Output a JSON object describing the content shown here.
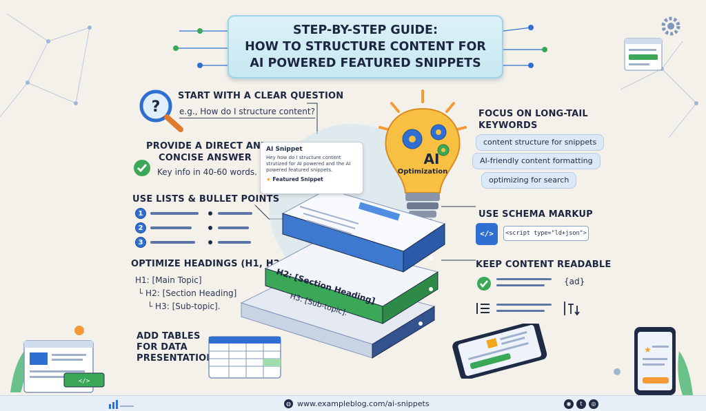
{
  "title": {
    "line1": "STEP-BY-STEP GUIDE:",
    "line2": "HOW TO STRUCTURE CONTENT FOR",
    "line3": "AI POWERED FEATURED SNIPPETS"
  },
  "left": {
    "question": {
      "title": "START WITH A CLEAR QUESTION",
      "example": "e.g., How do I structure content?"
    },
    "answer": {
      "title_line1": "PROVIDE A DIRECT AND",
      "title_line2": "CONCISE ANSWER",
      "text": "Key info in 40-60 words."
    },
    "lists": {
      "title": "USE LISTS & BULLET POINTS",
      "numbers": [
        "1",
        "2",
        "3"
      ]
    },
    "headings": {
      "title": "OPTIMIZE HEADINGS (H1, H2, H3)",
      "h1": "H1: [Main Topic]",
      "h2": "H2: [Section Heading]",
      "h3": "H3: [Sub-topic]."
    },
    "tables": {
      "line1": "ADD TABLES",
      "line2": "FOR DATA",
      "line3": "PRESENTATION"
    }
  },
  "center": {
    "bulb_label_top": "AI",
    "bulb_label_bottom": "Optimization",
    "snippet": {
      "title": "AI Snippet",
      "body": "Hey how do I structure content strutized for AI powered and the AI powered featured snippets.",
      "badge": "Featured Snippet"
    },
    "stack_h2": "H2: [Section Heading]",
    "stack_h3": "H3: [Sub-topic]."
  },
  "right": {
    "keywords": {
      "title_line1": "FOCUS ON LONG-TAIL",
      "title_line2": "KEYWORDS",
      "pills": [
        "content structure for snippets",
        "AI-friendly content formatting",
        "optimizing for search"
      ]
    },
    "schema": {
      "title": "USE SCHEMA MARKUP",
      "code": "<script type=\"ld+json\">",
      "icon_text": "</>"
    },
    "readable": {
      "title": "KEEP CONTENT READABLE",
      "ad_text": "{ad}"
    }
  },
  "footer": {
    "url": "www.exampleblog.com/ai-snippets"
  },
  "colors": {
    "background": "#f4f1ea",
    "banner": "#c7e8f2",
    "accent_blue": "#2f6fd1",
    "accent_green": "#3aa856",
    "bulb_yellow": "#f7b733",
    "dark_text": "#1c2640"
  }
}
